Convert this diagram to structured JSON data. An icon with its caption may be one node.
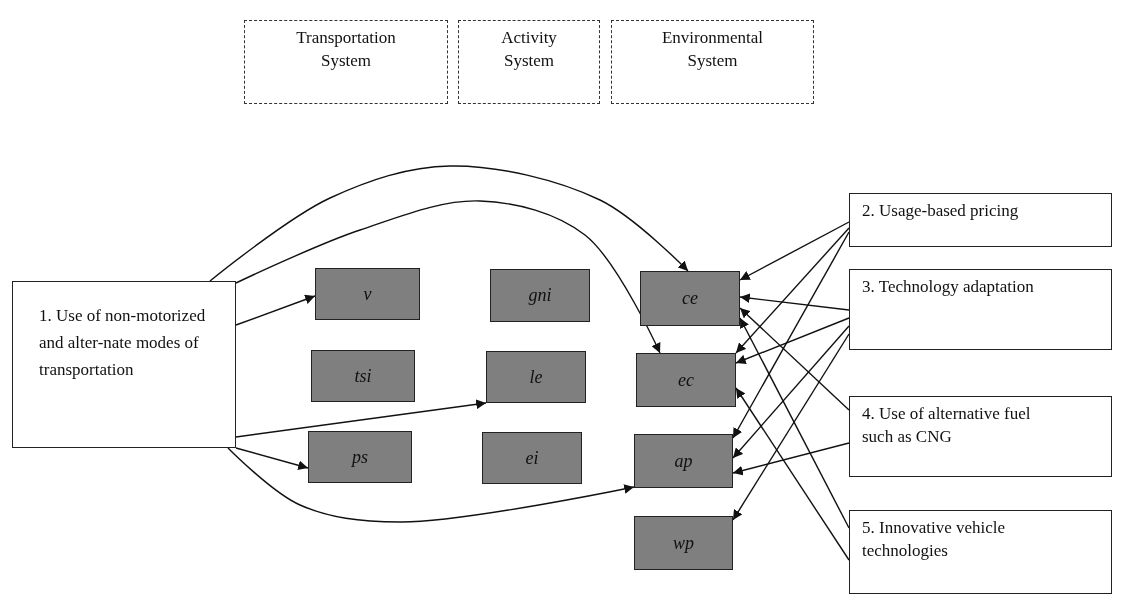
{
  "diagram": {
    "nodes": [
      {
        "text": [
          "Transportation System"
        ]
      },
      {
        "text": [
          "Activity System"
        ]
      },
      {
        "text": [
          "Environmental System"
        ]
      },
      {
        "text": [
          "1. Use of non-motorized and alter-nate modes of transportation"
        ]
      },
      {
        "text": [
          "v"
        ]
      },
      {
        "text": [
          "gni"
        ]
      },
      {
        "text": [
          "ce"
        ]
      },
      {
        "text": [
          "tsi"
        ]
      },
      {
        "text": [
          "le"
        ]
      },
      {
        "text": [
          "ec"
        ]
      },
      {
        "text": [
          "ps"
        ]
      },
      {
        "text": [
          "ei"
        ]
      },
      {
        "text": [
          "ap"
        ]
      },
      {
        "text": [
          "wp"
        ]
      },
      {
        "text": [
          "2. Usage-based pricing"
        ]
      },
      {
        "text": [
          "3. Technology adaptation"
        ]
      },
      {
        "text": [
          "4. Use of alternative fuel such as CNG"
        ]
      },
      {
        "text": [
          "5. Innovative vehicle technologies"
        ]
      }
    ],
    "edges": [
      {
        "from": 3,
        "to": 6,
        "arrow": "to"
      },
      {
        "from": 3,
        "to": 9,
        "arrow": "to"
      },
      {
        "from": 3,
        "to": 4,
        "arrow": "to"
      },
      {
        "from": 3,
        "to": 8,
        "arrow": "to"
      },
      {
        "from": 3,
        "to": 10,
        "arrow": "to"
      },
      {
        "from": 3,
        "to": 12,
        "arrow": "to"
      },
      {
        "from": 14,
        "to": 6,
        "arrow": "to"
      },
      {
        "from": 14,
        "to": 9,
        "arrow": "to"
      },
      {
        "from": 14,
        "to": 12,
        "arrow": "to"
      },
      {
        "from": 15,
        "to": 6,
        "arrow": "to"
      },
      {
        "from": 15,
        "to": 9,
        "arrow": "to"
      },
      {
        "from": 15,
        "to": 12,
        "arrow": "to"
      },
      {
        "from": 15,
        "to": 13,
        "arrow": "to"
      },
      {
        "from": 16,
        "to": 6,
        "arrow": "to"
      },
      {
        "from": 16,
        "to": 12,
        "arrow": "to"
      },
      {
        "from": 17,
        "to": 6,
        "arrow": "to"
      },
      {
        "from": 17,
        "to": 9,
        "arrow": "to"
      }
    ]
  }
}
